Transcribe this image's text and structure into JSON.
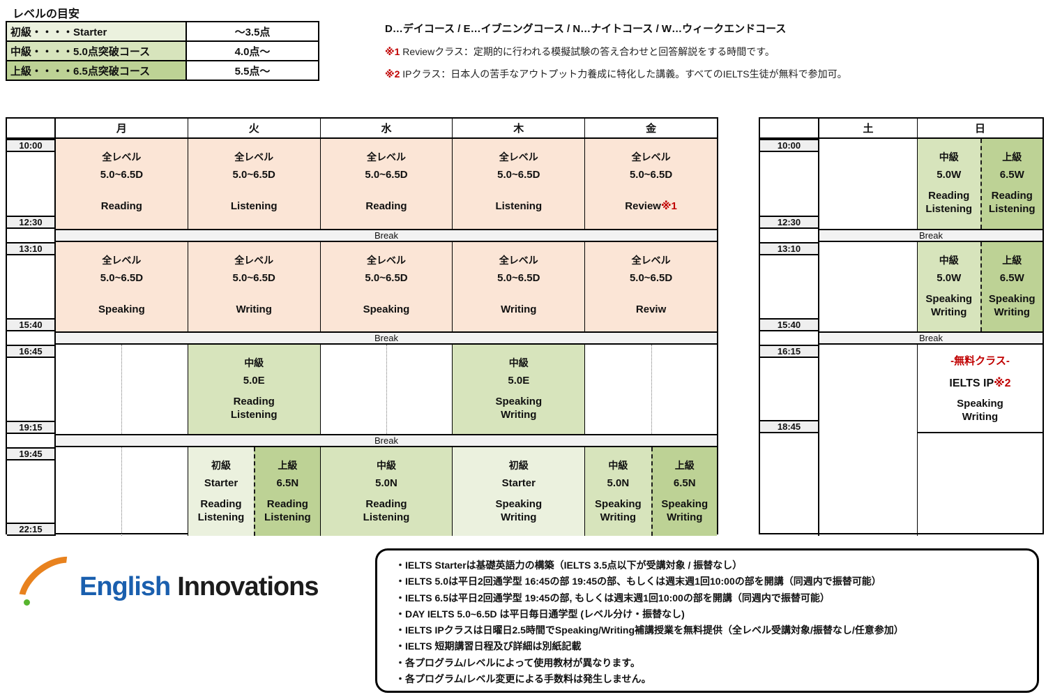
{
  "title": "レベルの目安",
  "colors": {
    "peach": "#fbe5d6",
    "beginner": "#ebf1de",
    "intermediate": "#d7e4bc",
    "advanced": "#bdd295",
    "red": "#c00000",
    "time_box_bg": "#efefef",
    "break_bg": "#f2f2f2"
  },
  "level_guide": {
    "rows": [
      {
        "label": "初級・・・・Starter",
        "score": "～3.5点",
        "color": "beginner"
      },
      {
        "label": "中級・・・・5.0点突破コース",
        "score": "4.0点～",
        "color": "intermediate"
      },
      {
        "label": "上級・・・・6.5点突破コース",
        "score": "5.5点～",
        "color": "advanced"
      }
    ]
  },
  "legend": {
    "courses_line": "D…デイコース / E…イブニングコース / N…ナイトコース / W…ウィークエンドコース",
    "notes": [
      {
        "mark": "※1",
        "text": " Reviewクラス：定期的に行われる模擬試験の答え合わせと回答解説をする時間です。"
      },
      {
        "mark": "※2",
        "text": " IPクラス：日本人の苦手なアウトプット力養成に特化した講義。すべてのIELTS生徒が無料で参加可。"
      }
    ]
  },
  "break_label": "Break",
  "weekday_table": {
    "days": [
      "月",
      "火",
      "水",
      "木",
      "金"
    ],
    "blocks": [
      {
        "start": "10:00",
        "end": "12:30",
        "cells": [
          {
            "type": "class",
            "color": "peach",
            "level": "全レベル",
            "code": "5.0~6.5D",
            "subjects": [
              "Reading"
            ],
            "wide_gap": true
          },
          {
            "type": "class",
            "color": "peach",
            "level": "全レベル",
            "code": "5.0~6.5D",
            "subjects": [
              "Listening"
            ],
            "wide_gap": true
          },
          {
            "type": "class",
            "color": "peach",
            "level": "全レベル",
            "code": "5.0~6.5D",
            "subjects": [
              "Reading"
            ],
            "wide_gap": true
          },
          {
            "type": "class",
            "color": "peach",
            "level": "全レベル",
            "code": "5.0~6.5D",
            "subjects": [
              "Listening"
            ],
            "wide_gap": true
          },
          {
            "type": "class",
            "color": "peach",
            "level": "全レベル",
            "code": "5.0~6.5D",
            "subjects": [
              "Review"
            ],
            "subject_mark": "※1",
            "wide_gap": true
          }
        ]
      },
      {
        "start": "13:10",
        "end": "15:40",
        "cells": [
          {
            "type": "class",
            "color": "peach",
            "level": "全レベル",
            "code": "5.0~6.5D",
            "subjects": [
              "Speaking"
            ],
            "wide_gap": true
          },
          {
            "type": "class",
            "color": "peach",
            "level": "全レベル",
            "code": "5.0~6.5D",
            "subjects": [
              "Writing"
            ],
            "wide_gap": true
          },
          {
            "type": "class",
            "color": "peach",
            "level": "全レベル",
            "code": "5.0~6.5D",
            "subjects": [
              "Speaking"
            ],
            "wide_gap": true
          },
          {
            "type": "class",
            "color": "peach",
            "level": "全レベル",
            "code": "5.0~6.5D",
            "subjects": [
              "Writing"
            ],
            "wide_gap": true
          },
          {
            "type": "class",
            "color": "peach",
            "level": "全レベル",
            "code": "5.0~6.5D",
            "subjects": [
              "Reviw"
            ],
            "wide_gap": true
          }
        ]
      },
      {
        "start": "16:45",
        "end": "19:15",
        "cells": [
          {
            "type": "empty-dotted"
          },
          {
            "type": "class",
            "color": "intermediate",
            "level": "中級",
            "code": "5.0E",
            "subjects": [
              "Reading",
              "Listening"
            ]
          },
          {
            "type": "empty-dotted"
          },
          {
            "type": "class",
            "color": "intermediate",
            "level": "中級",
            "code": "5.0E",
            "subjects": [
              "Speaking",
              "Writing"
            ]
          },
          {
            "type": "empty-dotted"
          }
        ]
      },
      {
        "start": "19:45",
        "end": "22:15",
        "cells": [
          {
            "type": "empty-dotted"
          },
          {
            "type": "split",
            "left": {
              "color": "beginner",
              "level": "初級",
              "code": "Starter",
              "subjects": [
                "Reading",
                "Listening"
              ]
            },
            "right": {
              "color": "advanced",
              "level": "上級",
              "code": "6.5N",
              "subjects": [
                "Reading",
                "Listening"
              ]
            }
          },
          {
            "type": "class",
            "color": "intermediate",
            "level": "中級",
            "code": "5.0N",
            "subjects": [
              "Reading",
              "Listening"
            ]
          },
          {
            "type": "class",
            "color": "beginner",
            "level": "初級",
            "code": "Starter",
            "subjects": [
              "Speaking",
              "Writing"
            ]
          },
          {
            "type": "split",
            "left": {
              "color": "intermediate",
              "level": "中級",
              "code": "5.0N",
              "subjects": [
                "Speaking",
                "Writing"
              ]
            },
            "right": {
              "color": "advanced",
              "level": "上級",
              "code": "6.5N",
              "subjects": [
                "Speaking",
                "Writing"
              ]
            }
          }
        ]
      }
    ]
  },
  "weekend_table": {
    "days": [
      "土",
      "日"
    ],
    "blocks": [
      {
        "start": "10:00",
        "end": "12:30",
        "cells": [
          {
            "type": "empty"
          },
          {
            "type": "split",
            "left": {
              "color": "intermediate",
              "level": "中級",
              "code": "5.0W",
              "subjects": [
                "Reading",
                "Listening"
              ]
            },
            "right": {
              "color": "advanced",
              "level": "上級",
              "code": "6.5W",
              "subjects": [
                "Reading",
                "Listening"
              ]
            }
          }
        ]
      },
      {
        "start": "13:10",
        "end": "15:40",
        "cells": [
          {
            "type": "empty"
          },
          {
            "type": "split",
            "left": {
              "color": "intermediate",
              "level": "中級",
              "code": "5.0W",
              "subjects": [
                "Speaking",
                "Writing"
              ]
            },
            "right": {
              "color": "advanced",
              "level": "上級",
              "code": "6.5W",
              "subjects": [
                "Speaking",
                "Writing"
              ]
            }
          }
        ]
      },
      {
        "start": "16:15",
        "end": "18:45",
        "ip_cell": {
          "title": "-無料クラス-",
          "name": "IELTS IP",
          "mark": "※2",
          "subjects": [
            "Speaking",
            "Writing"
          ]
        }
      }
    ]
  },
  "logo": {
    "word1": "English",
    "word2": "Innovations"
  },
  "notes_box": {
    "lines": [
      "・IELTS Starterは基礎英語力の構築（IELTS 3.5点以下が受講対象 / 振替なし）",
      "・IELTS 5.0は平日2回通学型 16:45の部 19:45の部、もしくは週末週1回10:00の部を開講（同週内で振替可能）",
      "・IELTS 6.5は平日2回通学型 19:45の部, もしくは週末週1回10:00の部を開講（同週内で振替可能）",
      "・DAY IELTS 5.0~6.5D は平日毎日通学型 (レベル分け・振替なし)",
      "・IELTS IPクラスは日曜日2.5時間でSpeaking/Writing補講授業を無料提供（全レベル受講対象/振替なし/任意参加）",
      "・IELTS 短期講習日程及び詳細は別紙記載",
      "・各プログラム/レベルによって使用教材が異なります。",
      "・各プログラム/レベル変更による手数料は発生しません。"
    ]
  }
}
